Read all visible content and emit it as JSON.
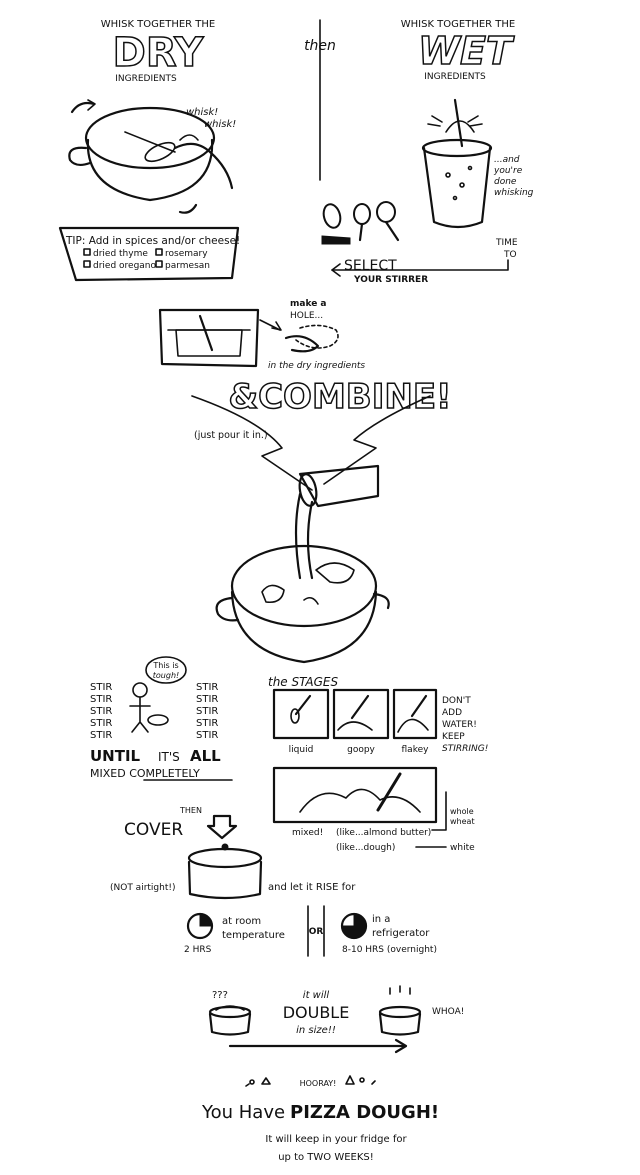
{
  "header": {
    "left_line1": "WHISK TOGETHER THE",
    "left_big": "DRY",
    "left_line2": "INGREDIENTS",
    "middle": "then",
    "right_line1": "WHISK TOGETHER THE",
    "right_big": "WET",
    "right_line2": "INGREDIENTS"
  },
  "whisk": {
    "shout1": "whisk!",
    "shout2": "whisk!",
    "done1": "...and",
    "done2": "you're",
    "done3": "done",
    "done4": "whisking"
  },
  "tip": {
    "title": "TIP: Add in spices and/or cheese!",
    "items": [
      "dried thyme",
      "rosemary",
      "dried oregano",
      "parmesan"
    ]
  },
  "stirrer": {
    "time1": "TIME",
    "time2": "TO",
    "select": "SELECT",
    "your_stirrer": "YOUR STIRRER"
  },
  "hole": {
    "make1": "make a",
    "make2": "HOLE...",
    "in_dry": "in the dry ingredients"
  },
  "combine": {
    "title": "&COMBINE!",
    "pour_note": "(just pour it in.)"
  },
  "stir": {
    "word": "STIR",
    "bubble1": "This is",
    "bubble2": "tough!",
    "until": "UNTIL",
    "its": "IT'S",
    "all": "ALL",
    "mixed_completely": "MIXED COMPLETELY"
  },
  "stages": {
    "title": "the STAGES",
    "labels": [
      "liquid",
      "goopy",
      "flakey"
    ],
    "dont_add1": "DON'T",
    "dont_add2": "ADD",
    "dont_add3": "WATER!",
    "keep1": "KEEP",
    "keep2": "STIRRING!",
    "mixed_label": "mixed!",
    "like_almond": "(like...almond butter)",
    "like_dough": "(like...dough)",
    "whole_wheat1": "whole",
    "whole_wheat2": "wheat",
    "white": "white"
  },
  "cover": {
    "then": "THEN",
    "cover": "COVER",
    "not_airtight": "(NOT airtight!)",
    "rise": "and let it RISE for"
  },
  "rise_time": {
    "room1": "at room",
    "room2": "temperature",
    "room_time": "2 HRS",
    "or": "OR",
    "fridge1": "in a",
    "fridge2": "refrigerator",
    "fridge_time": "8-10 HRS (overnight)"
  },
  "double": {
    "question": "???",
    "it_will": "it will",
    "double": "DOUBLE",
    "in_size": "in size!!",
    "whoa": "WHOA!"
  },
  "finale": {
    "hooray": "HOORAY!",
    "you_have": "You Have",
    "pizza_dough": "PIZZA DOUGH!",
    "keep1": "It will keep in your fridge for",
    "keep2": "up to TWO WEEKS!"
  }
}
